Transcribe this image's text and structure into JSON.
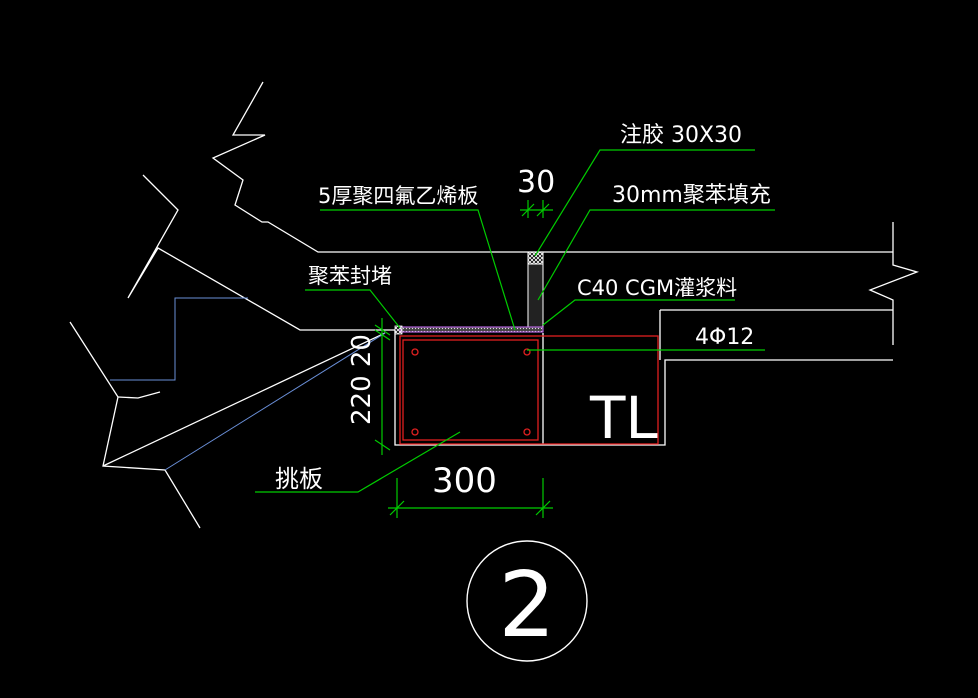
{
  "drawing": {
    "labels": {
      "injection": "注胶 30X30",
      "dim_30": "30",
      "foam_fill": "30mm聚苯填充",
      "ptfe": "5厚聚四氟乙烯板",
      "foam_seal": "聚苯封堵",
      "grout": "C40 CGM灌浆料",
      "rebar": "4Φ12",
      "dim_220_20": "220 20",
      "beam": "TL",
      "slab": "挑板",
      "dim_300": "300",
      "detail_number": "2"
    },
    "colors": {
      "background": "#000000",
      "lines": "#ffffff",
      "leaders": "#00cc00",
      "rebar": "#e02020",
      "membrane": "#d070ff",
      "blue_line": "#6a8fd8"
    }
  }
}
